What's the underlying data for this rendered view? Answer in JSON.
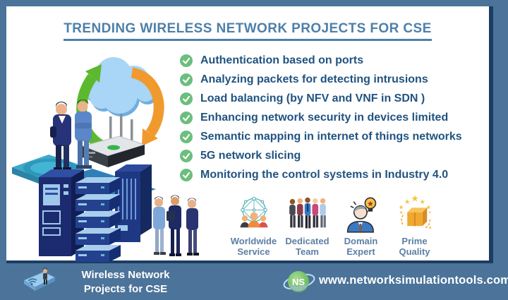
{
  "title": "TRENDING WIRELESS NETWORK PROJECTS FOR CSE",
  "projects": [
    "Authentication based on ports",
    "Analyzing packets for detecting intrusions",
    "Load balancing (by NFV and VNF in SDN )",
    "Enhancing network security in devices limited",
    "Semantic mapping in internet of things networks",
    "5G network slicing",
    "Monitoring the control systems in Industry 4.0"
  ],
  "check_icon": "check-icon",
  "features": [
    {
      "icon": "worldwide-service-icon",
      "line1": "Worldwide",
      "line2": "Service"
    },
    {
      "icon": "dedicated-team-icon",
      "line1": "Dedicated",
      "line2": "Team"
    },
    {
      "icon": "domain-expert-icon",
      "line1": "Domain",
      "line2": "Expert"
    },
    {
      "icon": "prime-quality-icon",
      "line1": "Prime",
      "line2": "Quality"
    }
  ],
  "illustration": {
    "icons": [
      "cloud-icon",
      "upload-arrow-icon",
      "download-arrow-icon",
      "router-icon",
      "server-rack-icon",
      "people-icon"
    ]
  },
  "footer": {
    "icon": "wifi-device-icon",
    "brand_line1": "Wireless Network",
    "brand_line2": "Projects for CSE",
    "logo_text": "NS",
    "website": "www.networksimulationtools.com"
  },
  "colors": {
    "frame_blue": "#4C7399",
    "navy_accent": "#1C3D63",
    "title_blue": "#4E7FA9",
    "list_text": "#215380",
    "check_green": "#6CBE7E",
    "feature_label": "#5C80A5",
    "cloud_blue": "#A9D5F6",
    "arrow_green": "#5CB92F",
    "arrow_orange": "#F09A2E",
    "server_navy": "#1C2B6F",
    "footer_text": "#FFFFFF"
  }
}
